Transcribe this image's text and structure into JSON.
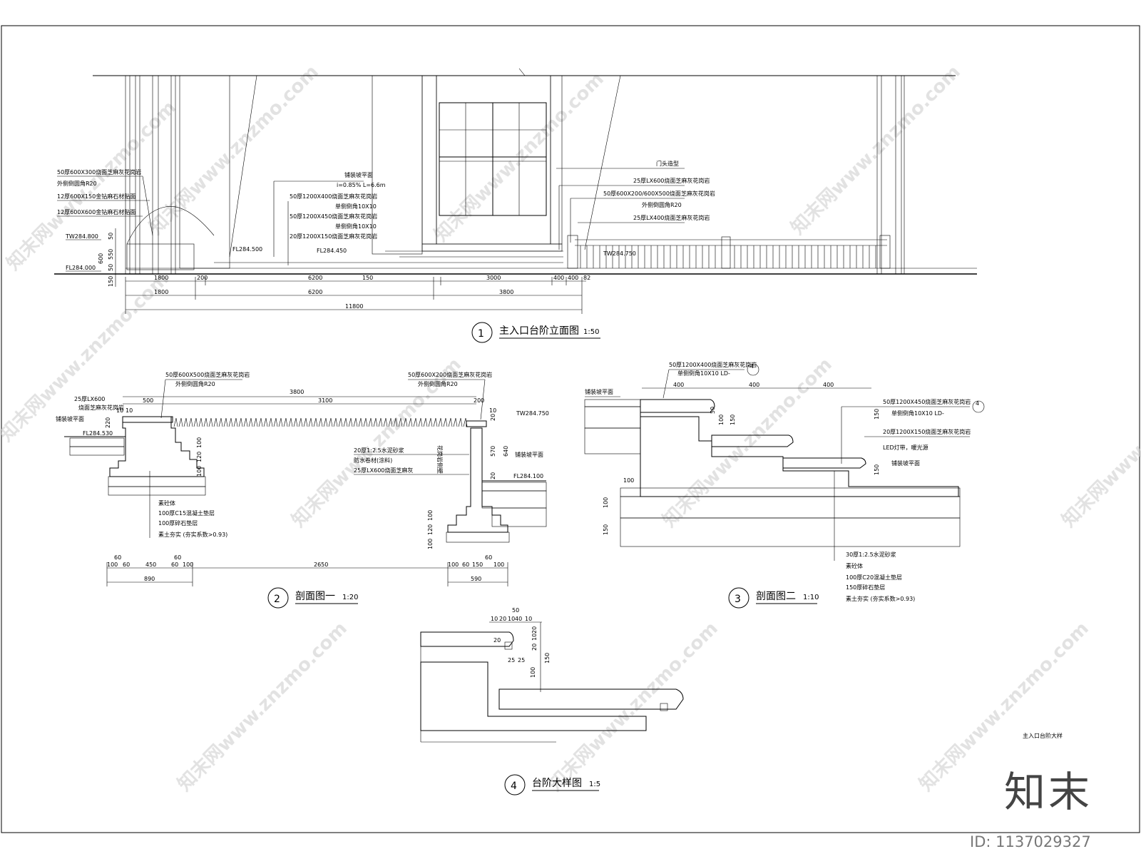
{
  "drawing": {
    "views": {
      "v1": {
        "num": "1",
        "title": "主入口台阶立面图",
        "scale": "1:50"
      },
      "v2": {
        "num": "2",
        "title": "剖面图一",
        "scale": "1:20"
      },
      "v3": {
        "num": "3",
        "title": "剖面图二",
        "scale": "1:10"
      },
      "v4": {
        "num": "4",
        "title": "台阶大样图",
        "scale": "1:5"
      }
    },
    "elevation": {
      "annotations": [
        "50厚600X300烧面芝麻灰花岗岩",
        "外侧倒圆角R20",
        "12厚600X150金钻麻石材贴面",
        "12厚600X600金钻麻石材贴面",
        "铺装坡平面",
        "i=0.85% L=6.6m",
        "50厚1200X400烧面芝麻灰花岗岩",
        "单侧倒角10X10",
        "50厚1200X450烧面芝麻灰花岗岩",
        "单侧倒角10X10",
        "20厚1200X150烧面芝麻灰花岗岩",
        "门头造型",
        "25厚LX600烧面芝麻灰花岗岩",
        "50厚600X200/600X500烧面芝麻灰花岗岩",
        "外侧倒圆角R20",
        "25厚LX400烧面芝麻灰花岗岩"
      ],
      "levels": [
        "TW284.800",
        "FL284.000",
        "FL284.500",
        "FL284.450",
        "TW284.750"
      ],
      "vertical_dims": [
        "150",
        "50",
        "550",
        "600",
        "50"
      ],
      "dims_row1": [
        "1800",
        "200",
        "6200",
        "150",
        "3000",
        "400",
        "400",
        "82"
      ],
      "dims_row2": [
        "1800",
        "6200",
        "3800"
      ],
      "dims_total": "11800"
    },
    "section1": {
      "notes_top": [
        "50厚600X500烧面芝麻灰花岗岩",
        "外侧倒圆角R20",
        "50厚600X200烧面芝麻灰花岗岩",
        "外侧倒圆角R20"
      ],
      "left_notes": [
        "25厚LX600",
        "烧面芝麻灰花岗岩",
        "铺装坡平面",
        "FL284.530"
      ],
      "right_notes": [
        "TW284.750",
        "20厚1:2.5水泥砂浆",
        "防水卷材(涂料)",
        "25厚LX600烧面芝麻灰",
        "铺装坡平面",
        "FL284.100",
        "花岗岩侧壁"
      ],
      "layer_notes": [
        "素砼体",
        "100厚C15混凝土垫层",
        "100厚碎石垫层",
        "素土夯实 (夯实系数>0.93)"
      ],
      "top_dims": [
        "3800",
        "500",
        "3100",
        "200",
        "10",
        "10",
        "10"
      ],
      "bot_dims_left": [
        "60",
        "100",
        "60",
        "450",
        "60",
        "60",
        "100",
        "890"
      ],
      "bot_dims_mid": "2650",
      "bot_dims_right": [
        "100",
        "60",
        "150",
        "60",
        "100",
        "590"
      ],
      "vdims": [
        "220",
        "100",
        "120",
        "100",
        "20",
        "570",
        "640",
        "100",
        "120",
        "100",
        "20"
      ]
    },
    "section2": {
      "top_note": "50厚1200X400烧面芝麻灰花岗岩",
      "top_note2": "单侧倒角10X10 LD-",
      "right_notes": [
        "50厚1200X450烧面芝麻灰花岗岩",
        "单侧倒角10X10 LD-",
        "20厚1200X150烧面芝麻灰花岗岩",
        "LED灯带，暖光源",
        "铺装坡平面"
      ],
      "left_note": "铺装坡平面",
      "layers": [
        "30厚1:2.5水泥砂浆",
        "素砼体",
        "100厚C20混凝土垫层",
        "150厚碎石垫层",
        "素土夯实 (夯实系数>0.93)"
      ],
      "dims_top": [
        "400",
        "400",
        "400"
      ],
      "vdims": [
        "50",
        "100",
        "150",
        "150",
        "150",
        "100",
        "100",
        "150"
      ],
      "ref_num": "4",
      "ref_sub": "—"
    },
    "detail": {
      "dims": [
        "50",
        "10",
        "20",
        "10",
        "40",
        "10",
        "20",
        "10",
        "20",
        "20",
        "25",
        "25",
        "150",
        "100"
      ],
      "side_text": "主入口台阶大样"
    },
    "watermarks": [
      "知末网www.znzmo.com"
    ],
    "brand": "知末",
    "image_id": "ID: 1137029327"
  }
}
